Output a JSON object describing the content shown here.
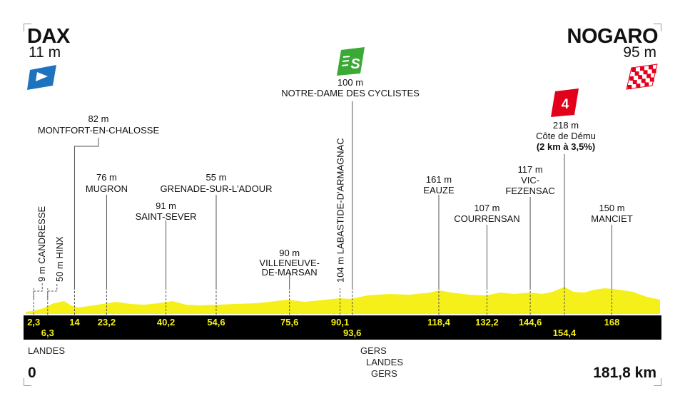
{
  "start": {
    "name": "DAX",
    "altitude": "11 m",
    "flag_icon": "start-flag-icon",
    "flag_color": "#1e73be"
  },
  "finish": {
    "name": "NOGARO",
    "altitude": "95 m",
    "flag_icon": "checkered-finish-flag-icon"
  },
  "distance": {
    "start": "0",
    "total": "181,8 km"
  },
  "sprint": {
    "icon": "green-sprint-icon",
    "letter": "S",
    "color": "#3aa935",
    "altitude": "100 m",
    "name": "NOTRE-DAME DES CYCLISTES"
  },
  "climb": {
    "icon": "red-cat4-climb-icon",
    "category": "4",
    "color": "#e2001a",
    "altitude": "218 m",
    "name": "Côte de Dému",
    "detail": "(2 km à 3,5%)"
  },
  "colors": {
    "profile": "#f5f01a",
    "band": "#000000",
    "band_text": "#f5f01a"
  },
  "waypoints": [
    {
      "km": 2.3,
      "km_label": "2,3",
      "alt_label": "9 m",
      "name": "CANDRESSE",
      "style": "vertical"
    },
    {
      "km": 6.3,
      "km_label": "6,3",
      "alt_label": "50 m",
      "name": "HINX",
      "style": "vertical"
    },
    {
      "km": 14,
      "km_label": "14",
      "alt_label": "82 m",
      "name": "MONTFORT-EN-CHALOSSE",
      "style": "elbow"
    },
    {
      "km": 23.2,
      "km_label": "23,2",
      "alt_label": "76 m",
      "name": "MUGRON",
      "style": "straight"
    },
    {
      "km": 40.2,
      "km_label": "40,2",
      "alt_label": "91 m",
      "name": "SAINT-SEVER",
      "style": "straight"
    },
    {
      "km": 54.6,
      "km_label": "54,6",
      "alt_label": "55 m",
      "name": "GRENADE-SUR-L'ADOUR",
      "style": "straight"
    },
    {
      "km": 75.6,
      "km_label": "75,6",
      "alt_label": "90 m",
      "name": "VILLENEUVE-",
      "name2": "DE-MARSAN",
      "style": "straight"
    },
    {
      "km": 90.1,
      "km_label": "90,1",
      "alt_label": "104 m",
      "name": "LABASTIDE-D'ARMAGNAC",
      "style": "vertical"
    },
    {
      "km": 93.6,
      "km_label": "93,6",
      "style": "sprint"
    },
    {
      "km": 118.4,
      "km_label": "118,4",
      "alt_label": "161 m",
      "name": "EAUZE",
      "style": "straight"
    },
    {
      "km": 132.2,
      "km_label": "132,2",
      "alt_label": "107 m",
      "name": "COURRENSAN",
      "style": "straight"
    },
    {
      "km": 144.6,
      "km_label": "144,6",
      "alt_label": "117 m",
      "name": "VIC-",
      "name2": "FEZENSAC",
      "style": "straight"
    },
    {
      "km": 154.4,
      "km_label": "154,4",
      "style": "climb"
    },
    {
      "km": 168,
      "km_label": "168",
      "alt_label": "150 m",
      "name": "MANCIET",
      "style": "straight"
    }
  ],
  "regions": [
    {
      "name": "LANDES"
    },
    {
      "name": "GERS"
    },
    {
      "name": "LANDES"
    },
    {
      "name": "GERS"
    }
  ]
}
